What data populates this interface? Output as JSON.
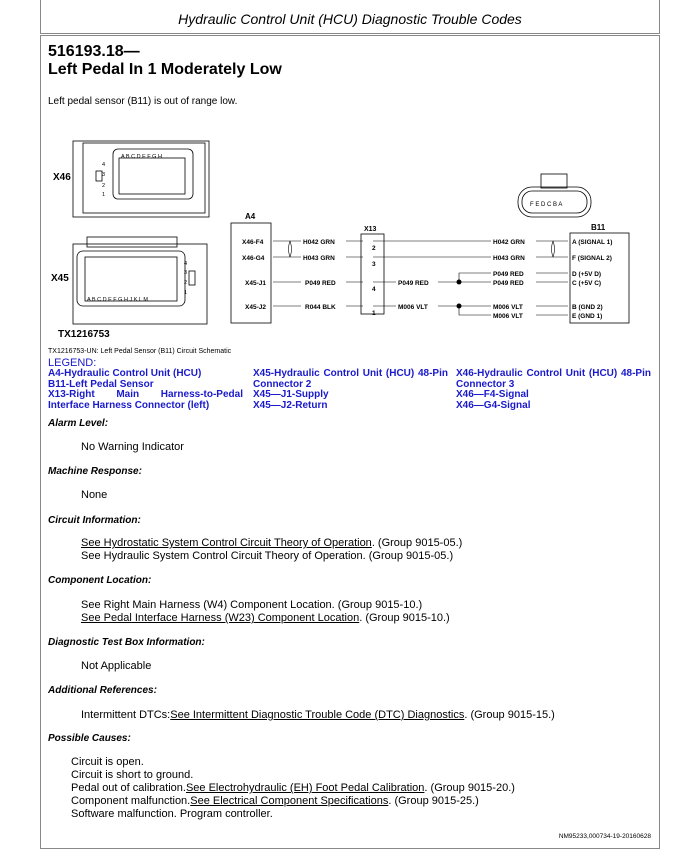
{
  "header": {
    "title": "Hydraulic Control Unit (HCU) Diagnostic Trouble Codes"
  },
  "dtc": {
    "code": "516193.18—",
    "title": "Left Pedal In 1 Moderately Low",
    "description": "Left pedal sensor (B11) is out of range low."
  },
  "schematic": {
    "x46_label": "X46",
    "x45_label": "X45",
    "figure_id": "TX1216753",
    "x46_cols": "A B C D E F G H",
    "x45_cols": "A B C D E F G H J K L M",
    "rows": [
      "4",
      "3",
      "2",
      "1"
    ],
    "a4": "A4",
    "x13": "X13",
    "b11": "B11",
    "b11_pins": "F E D C B A",
    "a4_pins": [
      "X46-F4",
      "X46-G4",
      "X45-J1",
      "X45-J2"
    ],
    "left_wires": [
      "H042 GRN",
      "H043 GRN",
      "P049 RED",
      "R044 BLK"
    ],
    "x13_pins": [
      "2",
      "3",
      "4",
      "1"
    ],
    "mid_wires": [
      "P049 RED",
      "M006 VLT"
    ],
    "right_wires": [
      "H042 GRN",
      "H043 GRN",
      "P049 RED",
      "P049 RED",
      "M006 VLT",
      "M006 VLT"
    ],
    "b11_terminals": [
      "A (SIGNAL 1)",
      "F (SIGNAL 2)",
      "D (+5V D)",
      "C (+5V C)",
      "B (GND 2)",
      "E (GND 1)"
    ],
    "caption": "TX1216753-UN: Left Pedal Sensor (B11) Circuit Schematic"
  },
  "legend": {
    "title": "LEGEND:",
    "col1": [
      "A4-Hydraulic Control Unit (HCU)",
      "B11-Left Pedal Sensor",
      "X13-Right Main Harness-to-Pedal Interface Harness Connector (left)"
    ],
    "col2": [
      "X45-Hydraulic Control Unit (HCU) 48-Pin Connector 2",
      "X45—J1-Supply",
      "X45—J2-Return"
    ],
    "col3": [
      "X46-Hydraulic Control Unit (HCU) 48-Pin Connector 3",
      "X46—F4-Signal",
      "X46—G4-Signal"
    ]
  },
  "sections": {
    "alarm": {
      "label": "Alarm Level:",
      "text": "No Warning Indicator"
    },
    "machine": {
      "label": "Machine Response:",
      "text": "None"
    },
    "circuit": {
      "label": "Circuit Information:",
      "link1": "See Hydrostatic System Control Circuit Theory of Operation",
      "suffix1": ". (Group 9015-05.)",
      "line2": "See Hydraulic System Control Circuit Theory of Operation. (Group 9015-05.)"
    },
    "component": {
      "label": "Component Location:",
      "line1": "See Right Main Harness (W4) Component Location. (Group 9015-10.)",
      "link2": "See Pedal Interface Harness (W23) Component Location",
      "suffix2": ". (Group 9015-10.)"
    },
    "testbox": {
      "label": "Diagnostic Test Box Information:",
      "text": "Not Applicable"
    },
    "additional": {
      "label": "Additional References:",
      "prefix": "Intermittent DTCs:",
      "link": "See Intermittent Diagnostic Trouble Code (DTC) Diagnostics",
      "suffix": ". (Group 9015-15.)"
    },
    "causes": {
      "label": "Possible Causes:",
      "c1": "Circuit is open.",
      "c2": "Circuit is short to ground.",
      "c3_prefix": "Pedal out of calibration.",
      "c3_link": "See Electrohydraulic (EH) Foot Pedal Calibration",
      "c3_suffix": ". (Group 9015-20.)",
      "c4_prefix": "Component malfunction.",
      "c4_link": "See Electrical Component Specifications",
      "c4_suffix": ". (Group 9015-25.)",
      "c5": "Software malfunction. Program controller."
    }
  },
  "footer": {
    "ref": "NM95233,000734-19-20160628"
  }
}
